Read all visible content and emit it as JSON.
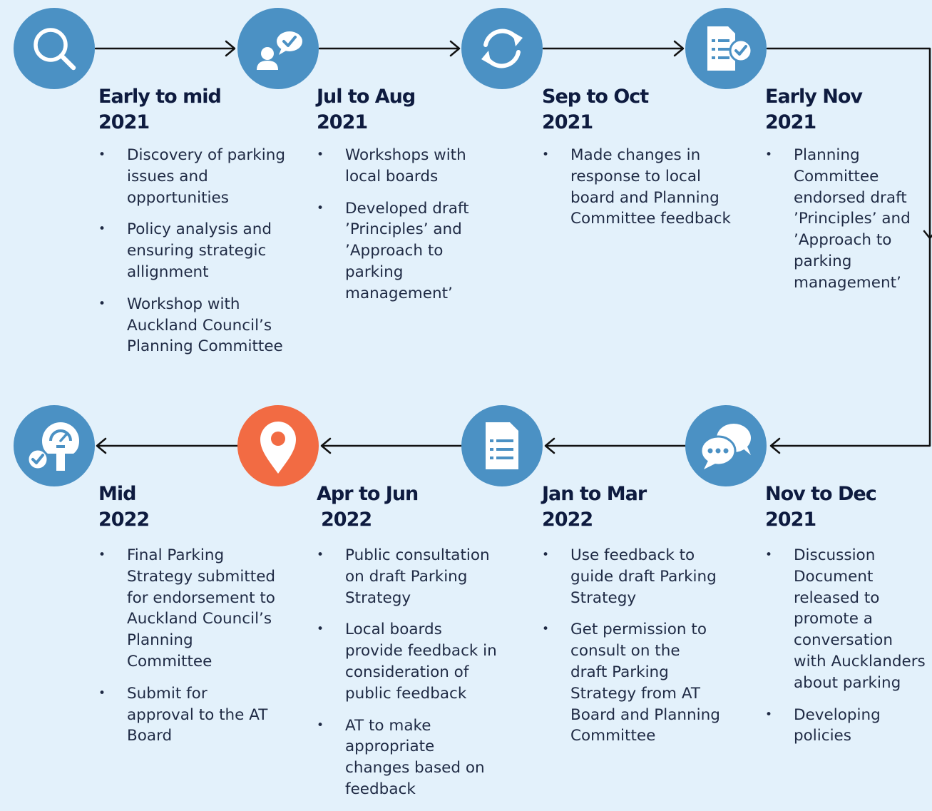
{
  "steps": [
    {
      "id": "early-to-mid-2021",
      "icon": "search-icon",
      "title_line1": "Early to mid",
      "title_line2": "2021",
      "bullets": [
        "Discovery of parking issues and opportunities",
        "Policy analysis and ensuring strategic allignment",
        "Workshop with Auckland Council’s Planning Committee"
      ]
    },
    {
      "id": "jul-to-aug-2021",
      "icon": "person-chat-check-icon",
      "title_line1": "Jul to Aug",
      "title_line2": "2021",
      "bullets": [
        "Workshops with local boards",
        "Developed draft ’Principles’ and ’Approach to parking management’"
      ]
    },
    {
      "id": "sep-to-oct-2021",
      "icon": "refresh-icon",
      "title_line1": "Sep to Oct",
      "title_line2": "2021",
      "bullets": [
        "Made changes in response to local board and Planning Committee feedback"
      ]
    },
    {
      "id": "early-nov-2021",
      "icon": "checklist-document-icon",
      "title_line1": "Early Nov",
      "title_line2": "2021",
      "bullets": [
        "Planning Committee endorsed draft ’Principles’ and ’Approach to parking management’"
      ]
    },
    {
      "id": "nov-to-dec-2021",
      "icon": "speech-bubbles-icon",
      "title_line1": "Nov to Dec",
      "title_line2": "2021",
      "bullets": [
        "Discussion Document released to promote a conversation with Aucklanders about parking",
        "Developing policies"
      ]
    },
    {
      "id": "jan-to-mar-2022",
      "icon": "document-list-icon",
      "title_line1": "Jan to Mar",
      "title_line2": "2022",
      "bullets": [
        "Use feedback to guide draft Parking Strategy",
        "Get permission to consult on the draft Parking Strategy from AT Board and Planning Committee"
      ]
    },
    {
      "id": "apr-to-jun-2022",
      "icon": "location-pin-icon",
      "title_line1": "Apr to Jun",
      "title_line2": "2022",
      "bullets": [
        "Public consultation on draft Parking Strategy",
        "Local boards provide feedback in consideration of public feedback",
        "AT to make appropriate changes based on feedback"
      ]
    },
    {
      "id": "mid-2022",
      "icon": "parking-meter-check-icon",
      "title_line1": "Mid",
      "title_line2": "2022",
      "bullets": [
        "Final Parking Strategy submitted for endorsement to Auckland Council’s Planning Committee",
        "Submit for approval to the AT Board"
      ]
    }
  ],
  "colors": {
    "background": "#e3f1fb",
    "circle": "#4b91c4",
    "current_step_circle": "#f26b43",
    "heading_text": "#0e1b3f",
    "body_text": "#1f2a44",
    "connector": "#111111"
  }
}
